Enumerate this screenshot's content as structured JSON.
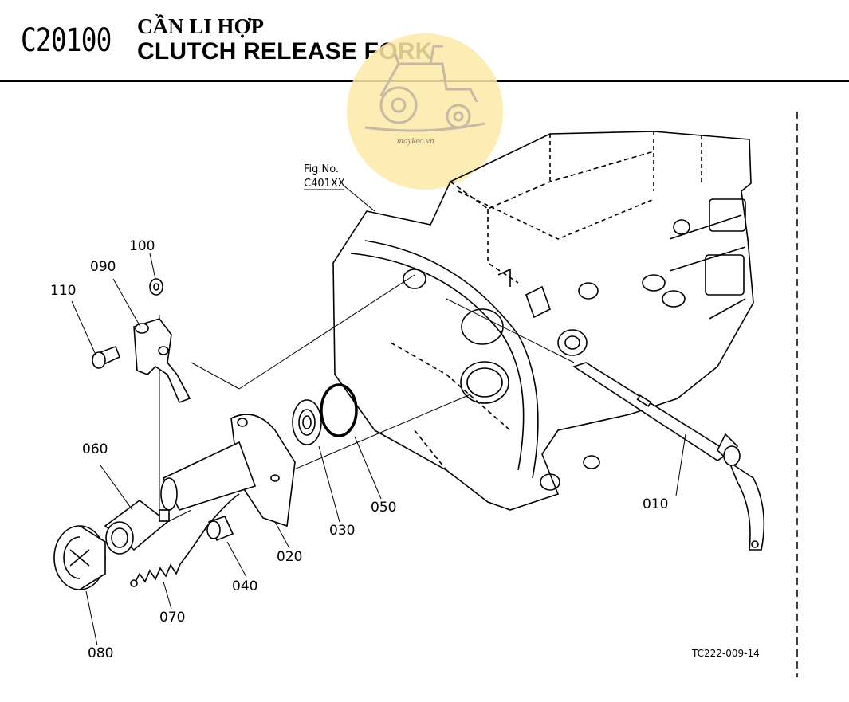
{
  "header": {
    "code": "C20100",
    "title_vi": "CẦN LI HỢP",
    "title_en": "CLUTCH RELEASE FORK"
  },
  "figure_ref": {
    "line1": "Fig.No.",
    "line2": "C401XX"
  },
  "parts": [
    {
      "no": "010"
    },
    {
      "no": "020"
    },
    {
      "no": "030"
    },
    {
      "no": "040"
    },
    {
      "no": "050"
    },
    {
      "no": "060"
    },
    {
      "no": "070"
    },
    {
      "no": "080"
    },
    {
      "no": "090"
    },
    {
      "no": "100"
    },
    {
      "no": "110"
    }
  ],
  "drawing_code": "TC222-009-14",
  "watermark": {
    "text": "maykeo.vn",
    "icon": "tractor-icon",
    "color": "#fde9a6"
  },
  "colors": {
    "line": "#000000",
    "background": "#ffffff",
    "watermark_circle": "#fde9a6",
    "watermark_tractor": "#c7b9a4"
  }
}
